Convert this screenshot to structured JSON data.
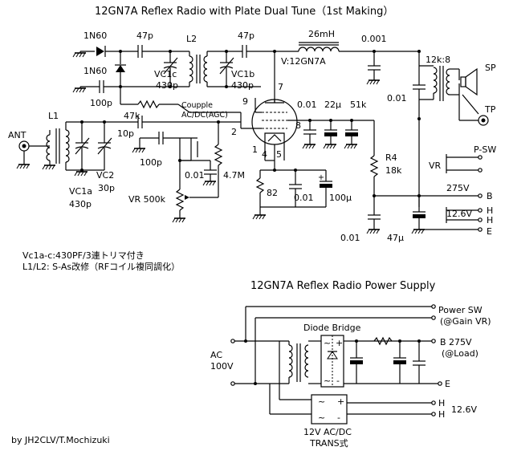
{
  "title": "12GN7A Reflex Radio with Plate Dual Tune（1st Making）",
  "supply_title": "12GN7A Reflex Radio Power Supply",
  "author": "by JH2CLV/T.Mochizuki",
  "notes": [
    "Vc1a-c:430PF/3連トリマ付き",
    "L1/L2: S-As改修（RFコイル複同調化）"
  ],
  "labels": {
    "d1": "1N60",
    "d2": "1N60",
    "c47p_a": "47p",
    "l2": "L2",
    "c47p_b": "47p",
    "rfc": "26mH",
    "c0001_top": "0.001",
    "xfmr_ratio": "12k:8",
    "sp": "SP",
    "tp": "TP",
    "tube": "V:12GN7A",
    "vc1c": "VC1c",
    "vc1c_val": "430p",
    "vc1b": "VC1b",
    "vc1b_val": "430p",
    "c100p_a": "100p",
    "c001_out": "0.01",
    "coupple": "Coupple",
    "agc": "AC/DC(AGC)",
    "r47k": "47k",
    "c10p": "10p",
    "pin9": "9",
    "pin7": "7",
    "pin8": "8",
    "pin2": "2",
    "pin1": "1",
    "pin4": "4",
    "pin5": "5",
    "c001_s": "0.01",
    "c22u": "22μ",
    "r51k": "51k",
    "l1": "L1",
    "ant": "ANT",
    "vc2": "VC2",
    "vc2_val": "30p",
    "vc1a": "VC1a",
    "vc1a_val": "430p",
    "c100p_b": "100p",
    "c001_b": "0.01",
    "vr500k": "VR 500k",
    "r47m": "4.7M",
    "r82": "82",
    "c001_k": "0.01",
    "c100u": "100μ",
    "r4": "R4",
    "r18k": "18k",
    "vr": "VR",
    "psw": "P-SW",
    "b275": "275V",
    "term_b": "B",
    "v126": "12.6V",
    "term_h1": "H",
    "term_h2": "H",
    "term_e": "E",
    "c001_bot": "0.01",
    "c47u": "47μ",
    "ps_power_sw": "Power SW",
    "ps_gain_vr": "(@Gain VR)",
    "ps_diode_bridge": "Diode Bridge",
    "ps_ac": "AC",
    "ps_100v": "100V",
    "ps_b275": "B 275V",
    "ps_load": "(@Load)",
    "ps_e": "E",
    "ps_h1": "H",
    "ps_h2": "H",
    "ps_126": "12.6V",
    "ps_trans1": "12V AC/DC",
    "ps_trans2": "TRANS式",
    "tilde": "~",
    "plus": "+",
    "minus": "-"
  }
}
